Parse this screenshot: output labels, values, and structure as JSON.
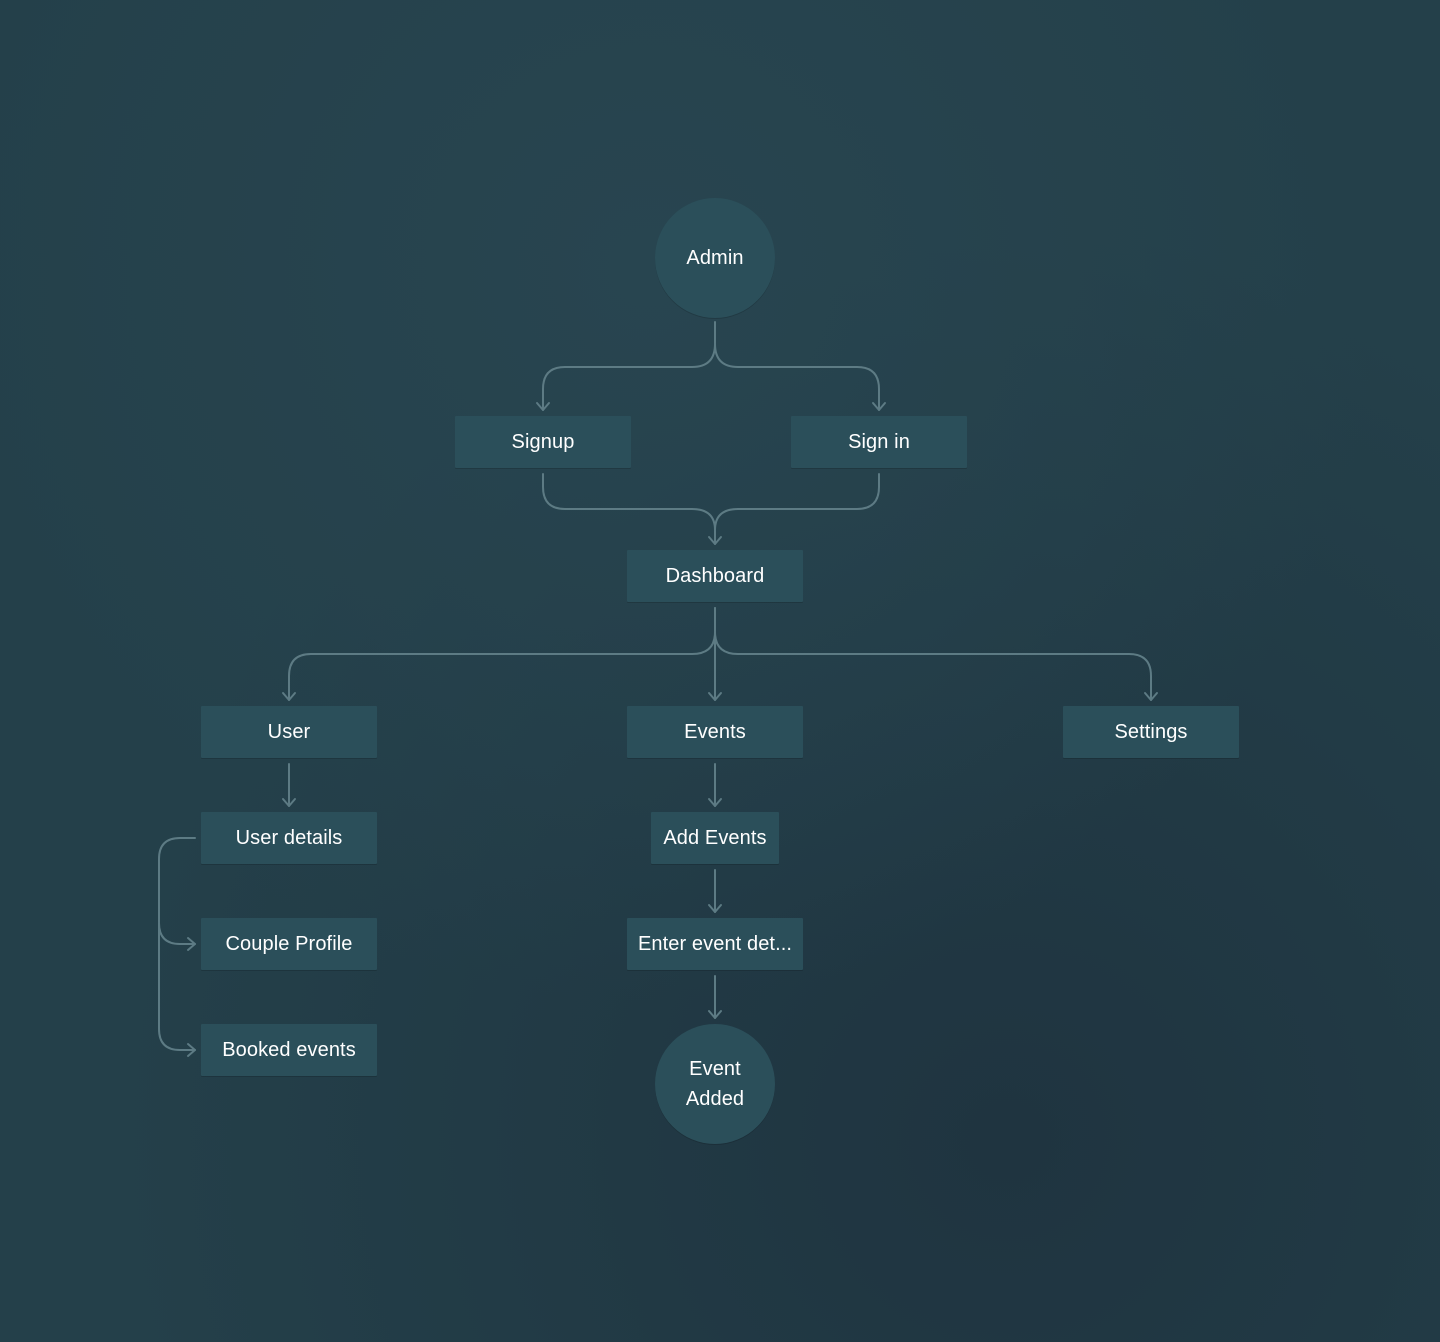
{
  "colors": {
    "background": "#24404a",
    "node_fill": "#2b4f5a",
    "node_text": "#ffffff",
    "connector": "#5d7b84"
  },
  "nodes": {
    "admin": "Admin",
    "signup": "Signup",
    "signin": "Sign in",
    "dashboard": "Dashboard",
    "user": "User",
    "events": "Events",
    "settings": "Settings",
    "user_details": "User details",
    "couple_profile": "Couple Profile",
    "booked_events": "Booked events",
    "add_events": "Add Events",
    "enter_event_details": "Enter event det...",
    "event_added": "Event\nAdded"
  },
  "edges": [
    {
      "from": "admin",
      "to": "signup"
    },
    {
      "from": "admin",
      "to": "signin"
    },
    {
      "from": "signup",
      "to": "dashboard"
    },
    {
      "from": "signin",
      "to": "dashboard"
    },
    {
      "from": "dashboard",
      "to": "user"
    },
    {
      "from": "dashboard",
      "to": "events"
    },
    {
      "from": "dashboard",
      "to": "settings"
    },
    {
      "from": "user",
      "to": "user_details"
    },
    {
      "from": "user_details",
      "to": "couple_profile"
    },
    {
      "from": "user_details",
      "to": "booked_events"
    },
    {
      "from": "events",
      "to": "add_events"
    },
    {
      "from": "add_events",
      "to": "enter_event_details"
    },
    {
      "from": "enter_event_details",
      "to": "event_added"
    }
  ]
}
